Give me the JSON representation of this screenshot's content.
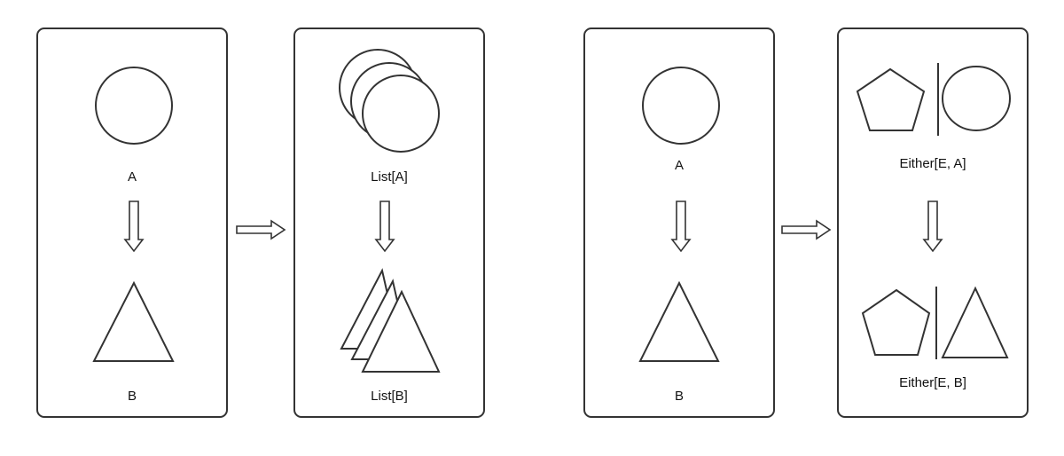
{
  "diagram": {
    "panels": [
      {
        "top_label": "A",
        "bottom_label": "B"
      },
      {
        "top_label": "List[A]",
        "bottom_label": "List[B]"
      },
      {
        "top_label": "A",
        "bottom_label": "B"
      },
      {
        "top_label": "Either[E, A]",
        "bottom_label": "Either[E, B]"
      }
    ],
    "stroke_color": "#333333",
    "background_color": "#ffffff"
  }
}
